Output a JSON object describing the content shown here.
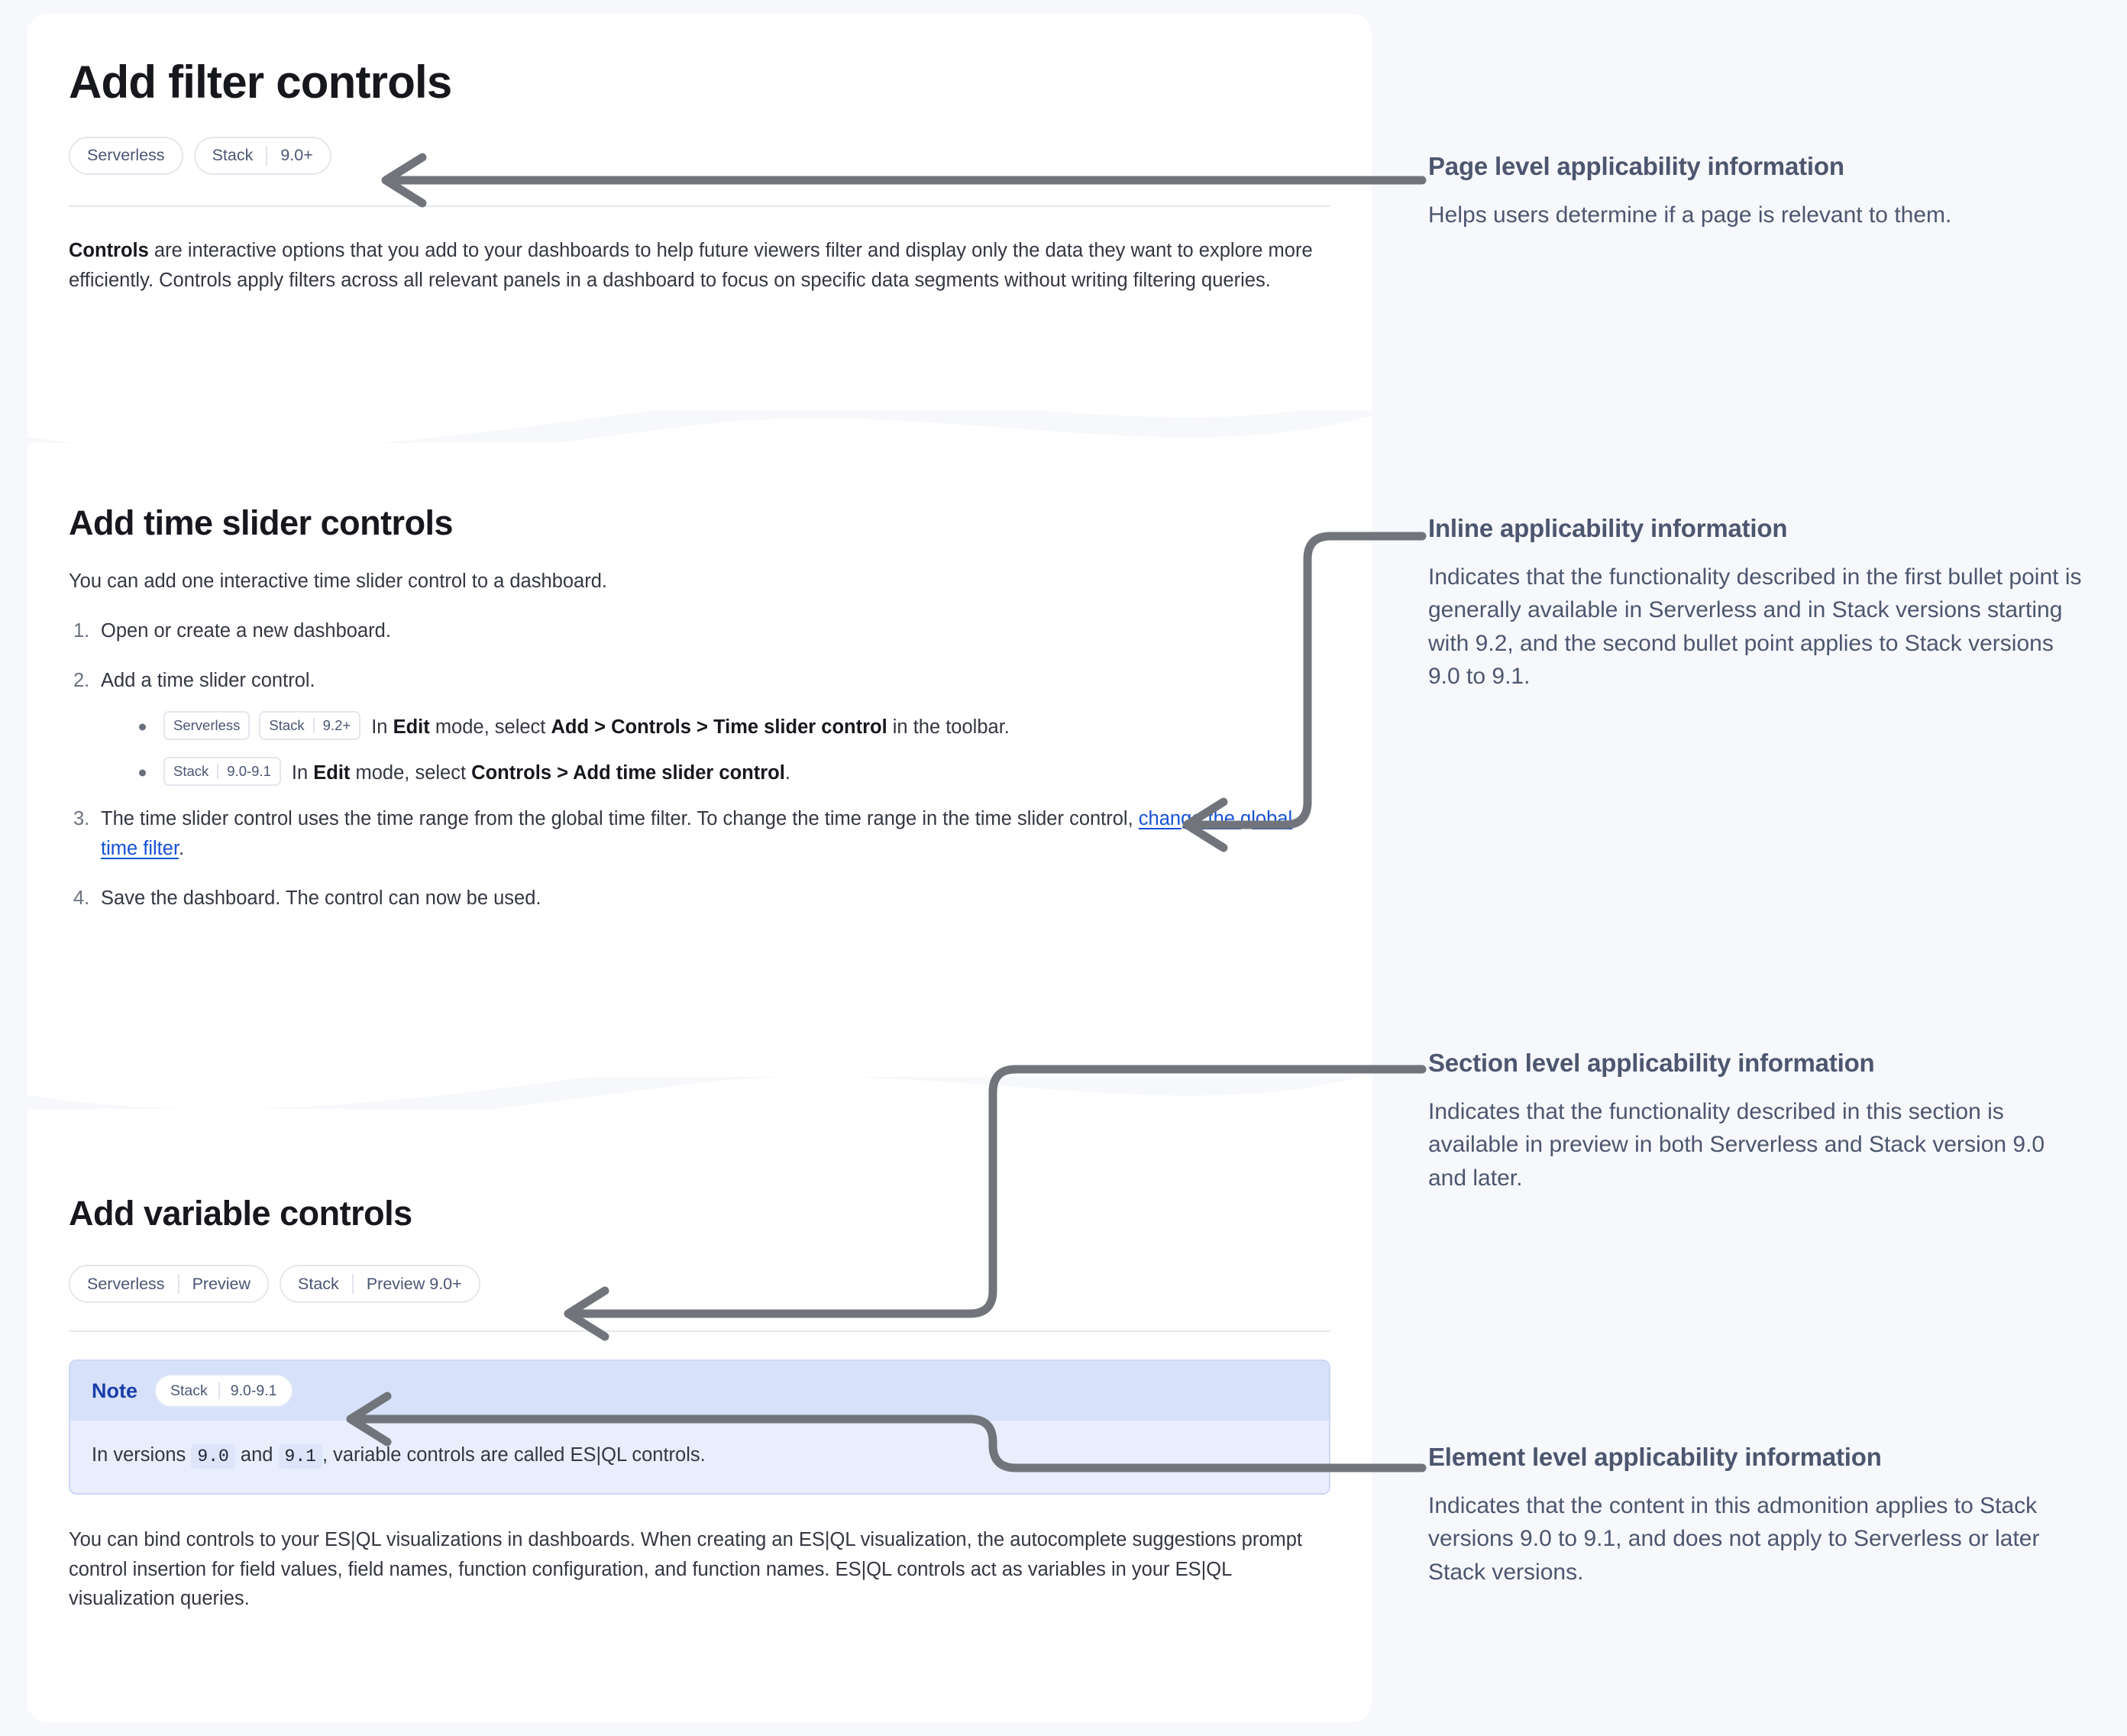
{
  "page": {
    "title": "Add filter controls",
    "badges": [
      {
        "life": "Serverless",
        "version": ""
      },
      {
        "life": "Stack",
        "version": "9.0+"
      }
    ],
    "intro_lead": "Controls",
    "intro_rest": " are interactive options that you add to your dashboards to help future viewers filter and display only the data they want to explore more efficiently. Controls apply filters across all relevant panels in a dashboard to focus on specific data segments without writing filtering queries."
  },
  "time_slider_section": {
    "title": "Add time slider controls",
    "intro": "You can add one interactive time slider control to a dashboard.",
    "steps": [
      {
        "num": "1.",
        "text": "Open or create a new dashboard."
      },
      {
        "num": "2.",
        "text": "Add a time slider control."
      },
      {
        "num": "3.",
        "text_before": "The time slider control uses the time range from the global time filter. To change the time range in the time slider control, ",
        "link": "change the global time filter",
        "text_after": "."
      },
      {
        "num": "4.",
        "text": "Save the dashboard. The control can now be used."
      }
    ],
    "bullets": [
      {
        "badges": [
          {
            "life": "Serverless",
            "version": ""
          },
          {
            "life": "Stack",
            "version": "9.2+"
          }
        ],
        "segments": [
          {
            "t": "In ",
            "b": false
          },
          {
            "t": "Edit",
            "b": true
          },
          {
            "t": " mode, select ",
            "b": false
          },
          {
            "t": "Add > Controls > Time slider control",
            "b": true
          },
          {
            "t": " in the toolbar.",
            "b": false
          }
        ]
      },
      {
        "badges": [
          {
            "life": "Stack",
            "version": "9.0-9.1"
          }
        ],
        "segments": [
          {
            "t": "In ",
            "b": false
          },
          {
            "t": "Edit",
            "b": true
          },
          {
            "t": " mode, select ",
            "b": false
          },
          {
            "t": "Controls > Add time slider control",
            "b": true
          },
          {
            "t": ".",
            "b": false
          }
        ]
      }
    ]
  },
  "variable_section": {
    "title": "Add variable controls",
    "badges": [
      {
        "life": "Serverless",
        "version": "Preview"
      },
      {
        "life": "Stack",
        "version": "Preview 9.0+"
      }
    ],
    "note": {
      "label": "Note",
      "badge": {
        "life": "Stack",
        "version": "9.0-9.1"
      },
      "text_1": "In versions ",
      "code_1": "9.0",
      "text_2": " and ",
      "code_2": "9.1",
      "text_3": ", variable controls are called ES|QL controls."
    },
    "paragraph": "You can bind controls to your ES|QL visualizations in dashboards. When creating an ES|QL visualization, the autocomplete suggestions prompt control insertion for field values, field names, function configuration, and function names. ES|QL controls act as variables in your ES|QL visualization queries."
  },
  "annotations": [
    {
      "heading": "Page level applicability information",
      "body": "Helps users determine if a page is relevant to them."
    },
    {
      "heading": "Inline applicability information",
      "body": "Indicates that the functionality described in the first bullet point is generally available in Serverless and in Stack versions starting with 9.2, and the second bullet point applies to Stack versions 9.0 to 9.1."
    },
    {
      "heading": "Section level applicability information",
      "body": "Indicates that the functionality described in this section is available in preview in both Serverless and Stack version 9.0 and later."
    },
    {
      "heading": "Element level applicability information",
      "body": "Indicates that the content in this admonition applies to Stack versions 9.0 to 9.1, and does not apply to Serverless or later Stack versions."
    }
  ],
  "colors": {
    "page_background": "#f7f8fc",
    "card_background": "#ffffff",
    "badge_text": "#4a5673",
    "link": "#1750d6",
    "note_header": "#d7e1fa",
    "note_body": "#e8eefc",
    "note_label": "#1a3ea8",
    "annotation_text": "#4c566f",
    "connector": "#71757b"
  }
}
